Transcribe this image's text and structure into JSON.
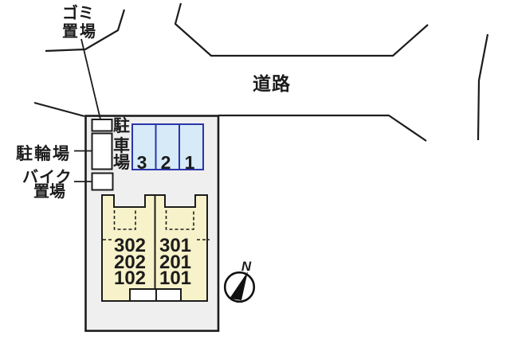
{
  "legend": {
    "garbage_label": [
      "ゴミ",
      "置場"
    ],
    "bicycle_label": "駐輪場",
    "bike_label": [
      "バイク",
      "置場"
    ],
    "road_label": "道路",
    "parking_label_chars": [
      "駐",
      "車",
      "場"
    ],
    "north_label": "N"
  },
  "parking": {
    "stalls": [
      "3",
      "2",
      "1"
    ]
  },
  "building": {
    "rooms": [
      "302",
      "301",
      "202",
      "201",
      "102",
      "101"
    ]
  },
  "colors": {
    "plot_fill": "#efeff0",
    "building_fill": "#f7f2ca",
    "parking_fill": "#d6eaf8",
    "parking_border": "#2a35a8",
    "entrance_fill": "#ffffff",
    "line": "#1c1c1c"
  }
}
